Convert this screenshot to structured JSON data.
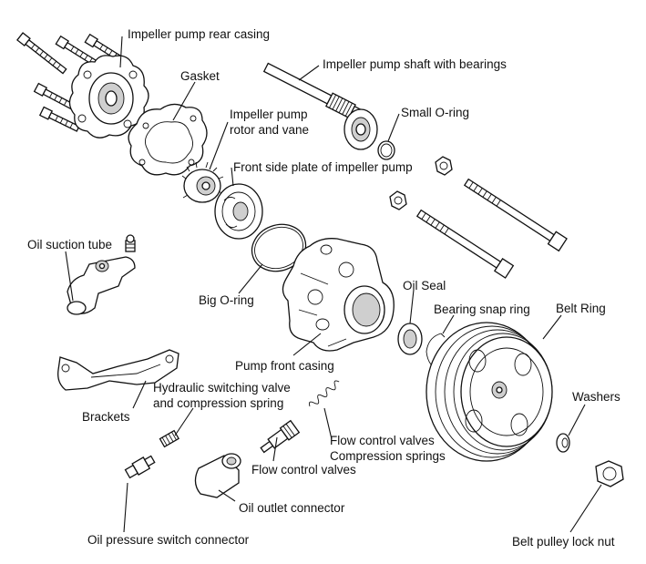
{
  "diagram": {
    "labels": {
      "rear_casing": "Impeller pump rear casing",
      "gasket": "Gasket",
      "shaft": "Impeller pump shaft with bearings",
      "small_oring": "Small O-ring",
      "rotor_line1": "Impeller pump",
      "rotor_line2": "rotor and vane",
      "front_plate": "Front side plate of impeller pump",
      "oil_suction": "Oil suction tube",
      "big_oring": "Big O-ring",
      "oil_seal": "Oil Seal",
      "bearing_snap": "Bearing snap ring",
      "belt_ring": "Belt Ring",
      "pump_front": "Pump front casing",
      "brackets": "Brackets",
      "hydraulic_line1": "Hydraulic switching valve",
      "hydraulic_line2": "and compression spring",
      "washers": "Washers",
      "flow_springs_line1": "Flow control valves",
      "flow_springs_line2": "Compression springs",
      "flow_valves": "Flow control valves",
      "outlet": "Oil outlet connector",
      "pressure_switch": "Oil pressure switch connector",
      "lock_nut": "Belt pulley lock nut"
    }
  }
}
